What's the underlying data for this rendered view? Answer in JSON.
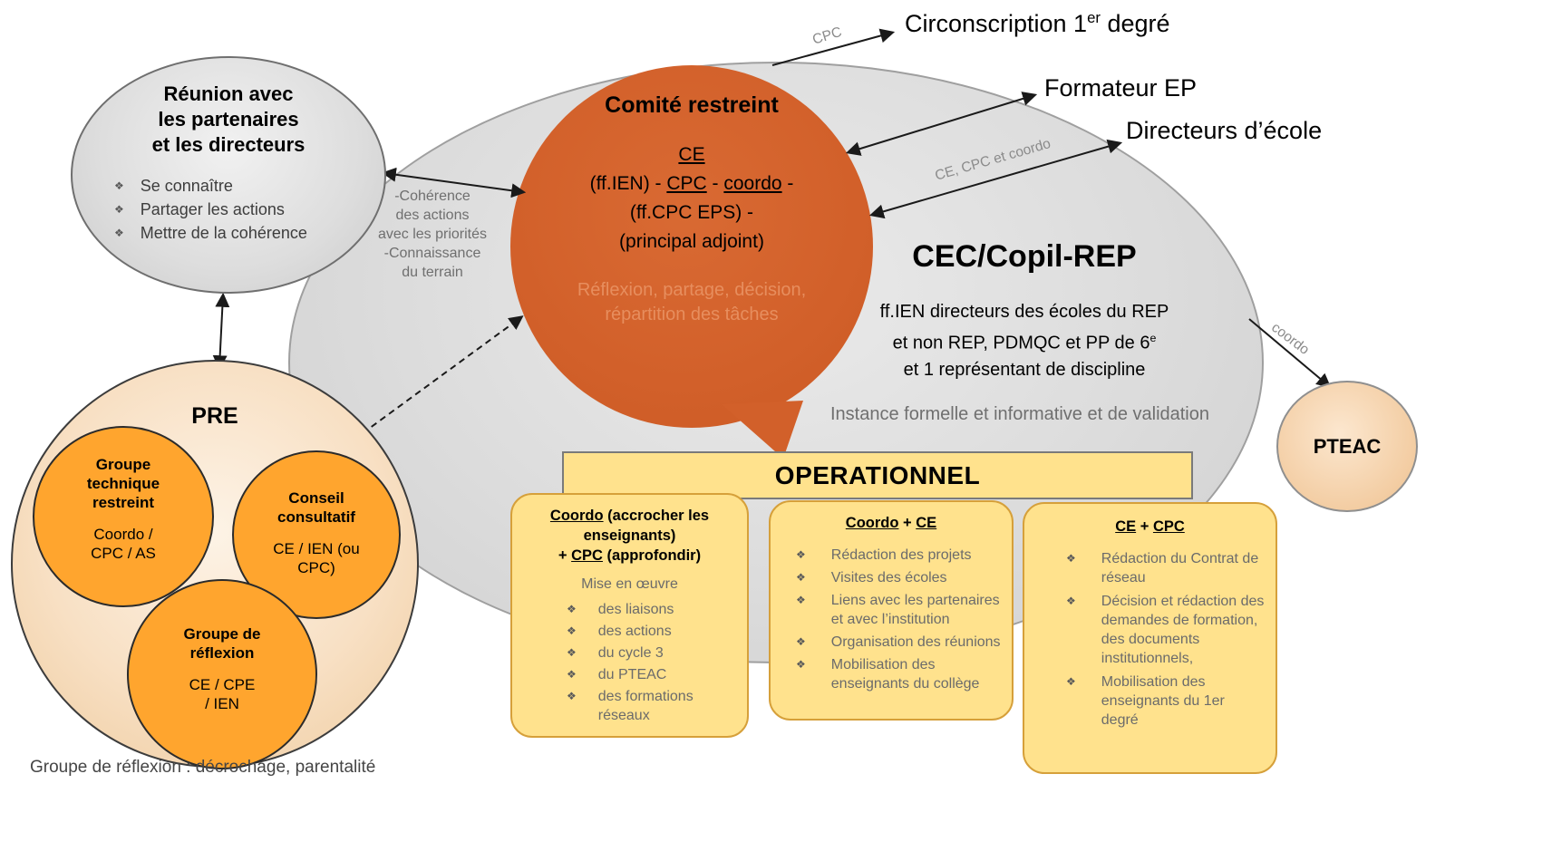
{
  "glyphs": {
    "bullet": "❖"
  },
  "colors": {
    "bubble_orange": "#d2602a",
    "bubble_subtitle_text": "#e78e5e",
    "shape_orange": "#ffa52e",
    "yellow_box": "#ffe28d",
    "gray_ellipse": "#d9d9d9",
    "peach": "#f8e0c4"
  },
  "external": {
    "circonscription": {
      "pre": "Circonscription 1",
      "sup": "er",
      "post": " degré"
    },
    "formateur": "Formateur EP",
    "directeurs": "Directeurs d’école",
    "arrow_label_cpc": "CPC",
    "arrow_label_ce_cpc_coordo": "CE, CPC et coordo",
    "arrow_label_coordo": "coordo"
  },
  "partners": {
    "title": "Réunion avec\nles partenaires\net les directeurs",
    "items": [
      "Se connaître",
      "Partager les actions",
      "Mettre de la cohérence"
    ]
  },
  "coherence_note": "-Cohérence\ndes actions\navec les priorités\n-Connaissance\ndu terrain",
  "comite": {
    "title": "Comité restreint",
    "line1_ce": "CE",
    "line2_pre": "(ff.IEN) - ",
    "line2_cpc": "CPC",
    "line2_mid": " - ",
    "line2_coordo": "coordo",
    "line2_post": " -",
    "line3": "(ff.CPC EPS) -",
    "line4": "(principal adjoint)",
    "subtitle": "Réflexion, partage, décision,\nrépartition des tâches"
  },
  "cec": {
    "title": "CEC/Copil-REP",
    "desc_line1": "ff.IEN directeurs des écoles du REP",
    "desc_line2_pre": "et non REP, PDMQC et PP de 6",
    "desc_line2_sup": "e",
    "desc_line3": "et 1 représentant de discipline",
    "note": "Instance formelle et informative et de validation"
  },
  "pre_group": {
    "title": "PRE",
    "circles": [
      {
        "title": "Groupe\ntechnique\nrestreint",
        "members": "Coordo /\nCPC / AS"
      },
      {
        "title": "Conseil\nconsultatif",
        "members": "CE / IEN (ou\nCPC)"
      },
      {
        "title": "Groupe de\nréflexion",
        "members": "CE / CPE\n/ IEN"
      }
    ],
    "footnote": "Groupe de réflexion : décrochage, parentalité"
  },
  "pteac": {
    "label": "PTEAC"
  },
  "operational": {
    "banner": "OPERATIONNEL",
    "boxes": [
      {
        "header_coordo": "Coordo",
        "header_after_coordo": " (accrocher les enseignants)",
        "header_plus": "+ ",
        "header_cpc": "CPC",
        "header_after_cpc": " (approfondir)",
        "intro": "Mise en œuvre",
        "items": [
          "des liaisons",
          "des actions",
          "du cycle 3",
          "du PTEAC",
          "des formations réseaux"
        ]
      },
      {
        "header_a": "Coordo",
        "header_mid": " + ",
        "header_b": "CE",
        "items": [
          "Rédaction des projets",
          "Visites des écoles",
          "Liens avec les partenaires et avec l’institution",
          "Organisation des réunions",
          "Mobilisation des enseignants du collège"
        ]
      },
      {
        "header_a": "CE",
        "header_mid": " + ",
        "header_b": "CPC",
        "items": [
          "Rédaction du Contrat de réseau",
          "Décision et rédaction des demandes de formation, des documents institutionnels,",
          "Mobilisation des enseignants du 1er degré"
        ]
      }
    ]
  }
}
